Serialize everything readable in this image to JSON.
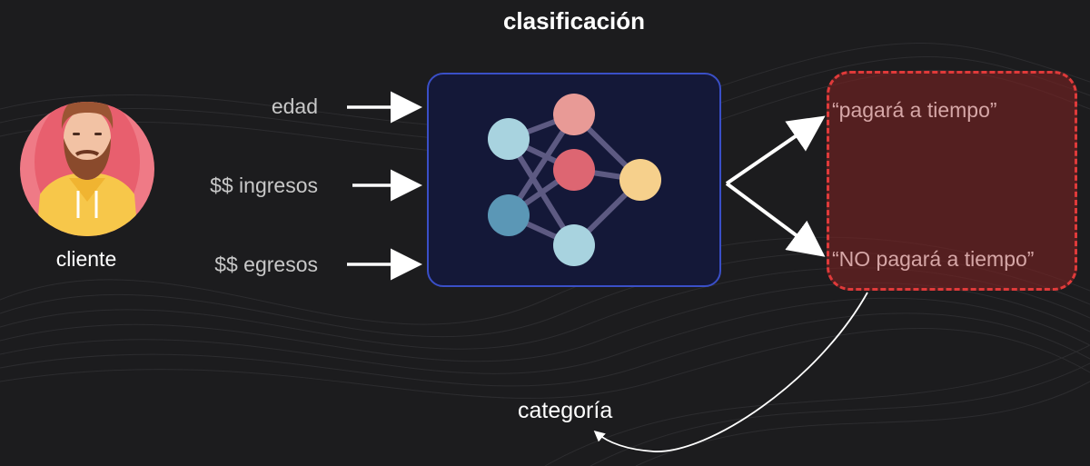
{
  "title": "clasificación",
  "customer": {
    "label": "cliente"
  },
  "inputs": [
    {
      "label": "edad"
    },
    {
      "label": "$$ ingresos"
    },
    {
      "label": "$$ egresos"
    }
  ],
  "outputs": [
    {
      "label": "“pagará a tiempo”"
    },
    {
      "label": "“NO pagará a tiempo”"
    }
  ],
  "category_label": "categoría",
  "colors": {
    "background": "#1c1c1e",
    "nn_border": "#3a4fc7",
    "nn_fill": "#141838",
    "output_border": "#e03a3a",
    "node_light_blue": "#a8d3df",
    "node_pink": "#e89a96",
    "node_red": "#dd6672",
    "node_yellow": "#f6d08c",
    "node_dark_blue": "#5b97b6"
  }
}
